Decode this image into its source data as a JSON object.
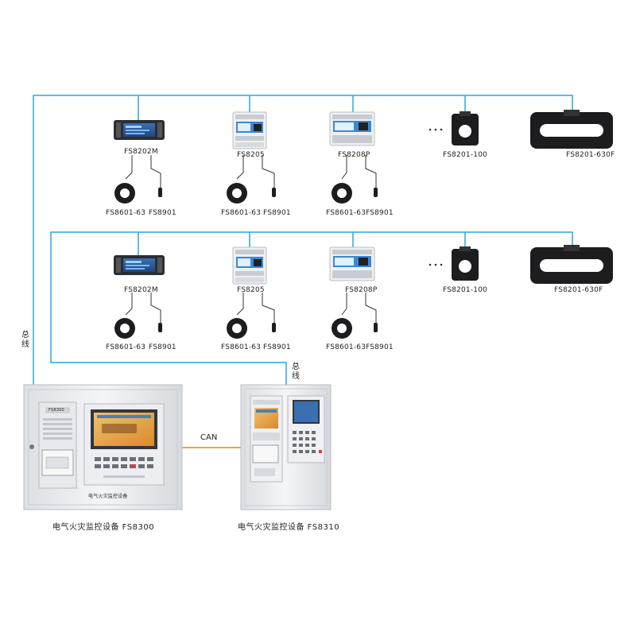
{
  "bus_label": "总线",
  "bus_label_right": "总线",
  "can_label": "CAN",
  "colors": {
    "bus": "#2aa6df",
    "can": "#f0a040",
    "wire": "#333333"
  },
  "row1": {
    "devices": [
      "FS8202M",
      "FS8205",
      "FS8208P",
      "FS8201-100",
      "FS8201-630F"
    ],
    "sensors": [
      {
        "ct": "FS8601-63",
        "temp": "FS8901"
      },
      {
        "ct": "FS8601-63",
        "temp": "FS8901"
      },
      {
        "ct": "FS8601-63",
        "temp": "FS8901"
      }
    ],
    "ellipsis": "· · ·"
  },
  "row2": {
    "devices": [
      "FS8202M",
      "FS8205",
      "FS8208P",
      "FS8201-100",
      "FS8201-630F"
    ],
    "sensors": [
      {
        "ct": "FS8601-63",
        "temp": "FS8901"
      },
      {
        "ct": "FS8601-63",
        "temp": "FS8901"
      },
      {
        "ct": "FS8601-63",
        "temp": "FS8901"
      }
    ],
    "ellipsis": "· · ·"
  },
  "cabinet_left": {
    "caption": "电气火灾监控设备  FS8300",
    "nameplate": "电气火灾监控设备",
    "panel_label": "FS8300"
  },
  "cabinet_right": {
    "caption": "电气火灾监控设备  FS8310"
  }
}
